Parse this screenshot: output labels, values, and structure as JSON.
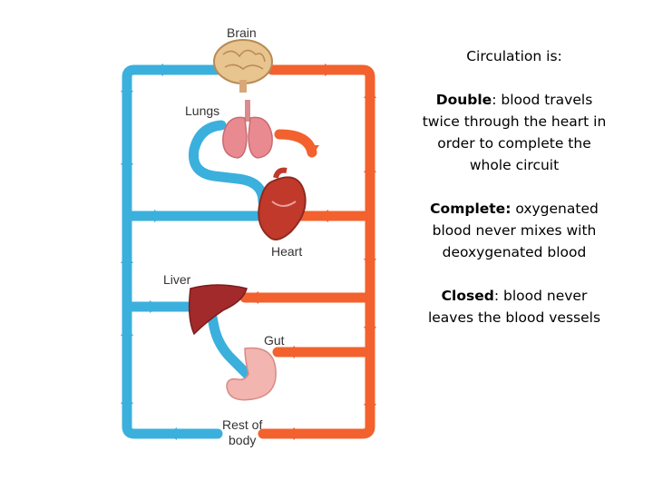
{
  "diagram": {
    "labels": {
      "brain": "Brain",
      "lungs": "Lungs",
      "heart": "Heart",
      "liver": "Liver",
      "gut": "Gut",
      "rest_of_body_line1": "Rest of",
      "rest_of_body_line2": "body"
    },
    "colors": {
      "deoxygenated": "#3BB0DD",
      "oxygenated": "#F2612E",
      "heart": "#C0392B",
      "lungs": "#E98A90",
      "liver": "#A32A2A",
      "gut": "#F2B5B0",
      "brain": "#E8C48F"
    }
  },
  "text": {
    "heading": "Circulation is:",
    "double_term": "Double",
    "double_rest": ": blood travels twice through the heart in order to complete the whole circuit",
    "complete_term": "Complete:",
    "complete_rest": " oxygenated blood never mixes with deoxygenated blood",
    "closed_term": "Closed",
    "closed_rest": ": blood never leaves the blood vessels"
  }
}
